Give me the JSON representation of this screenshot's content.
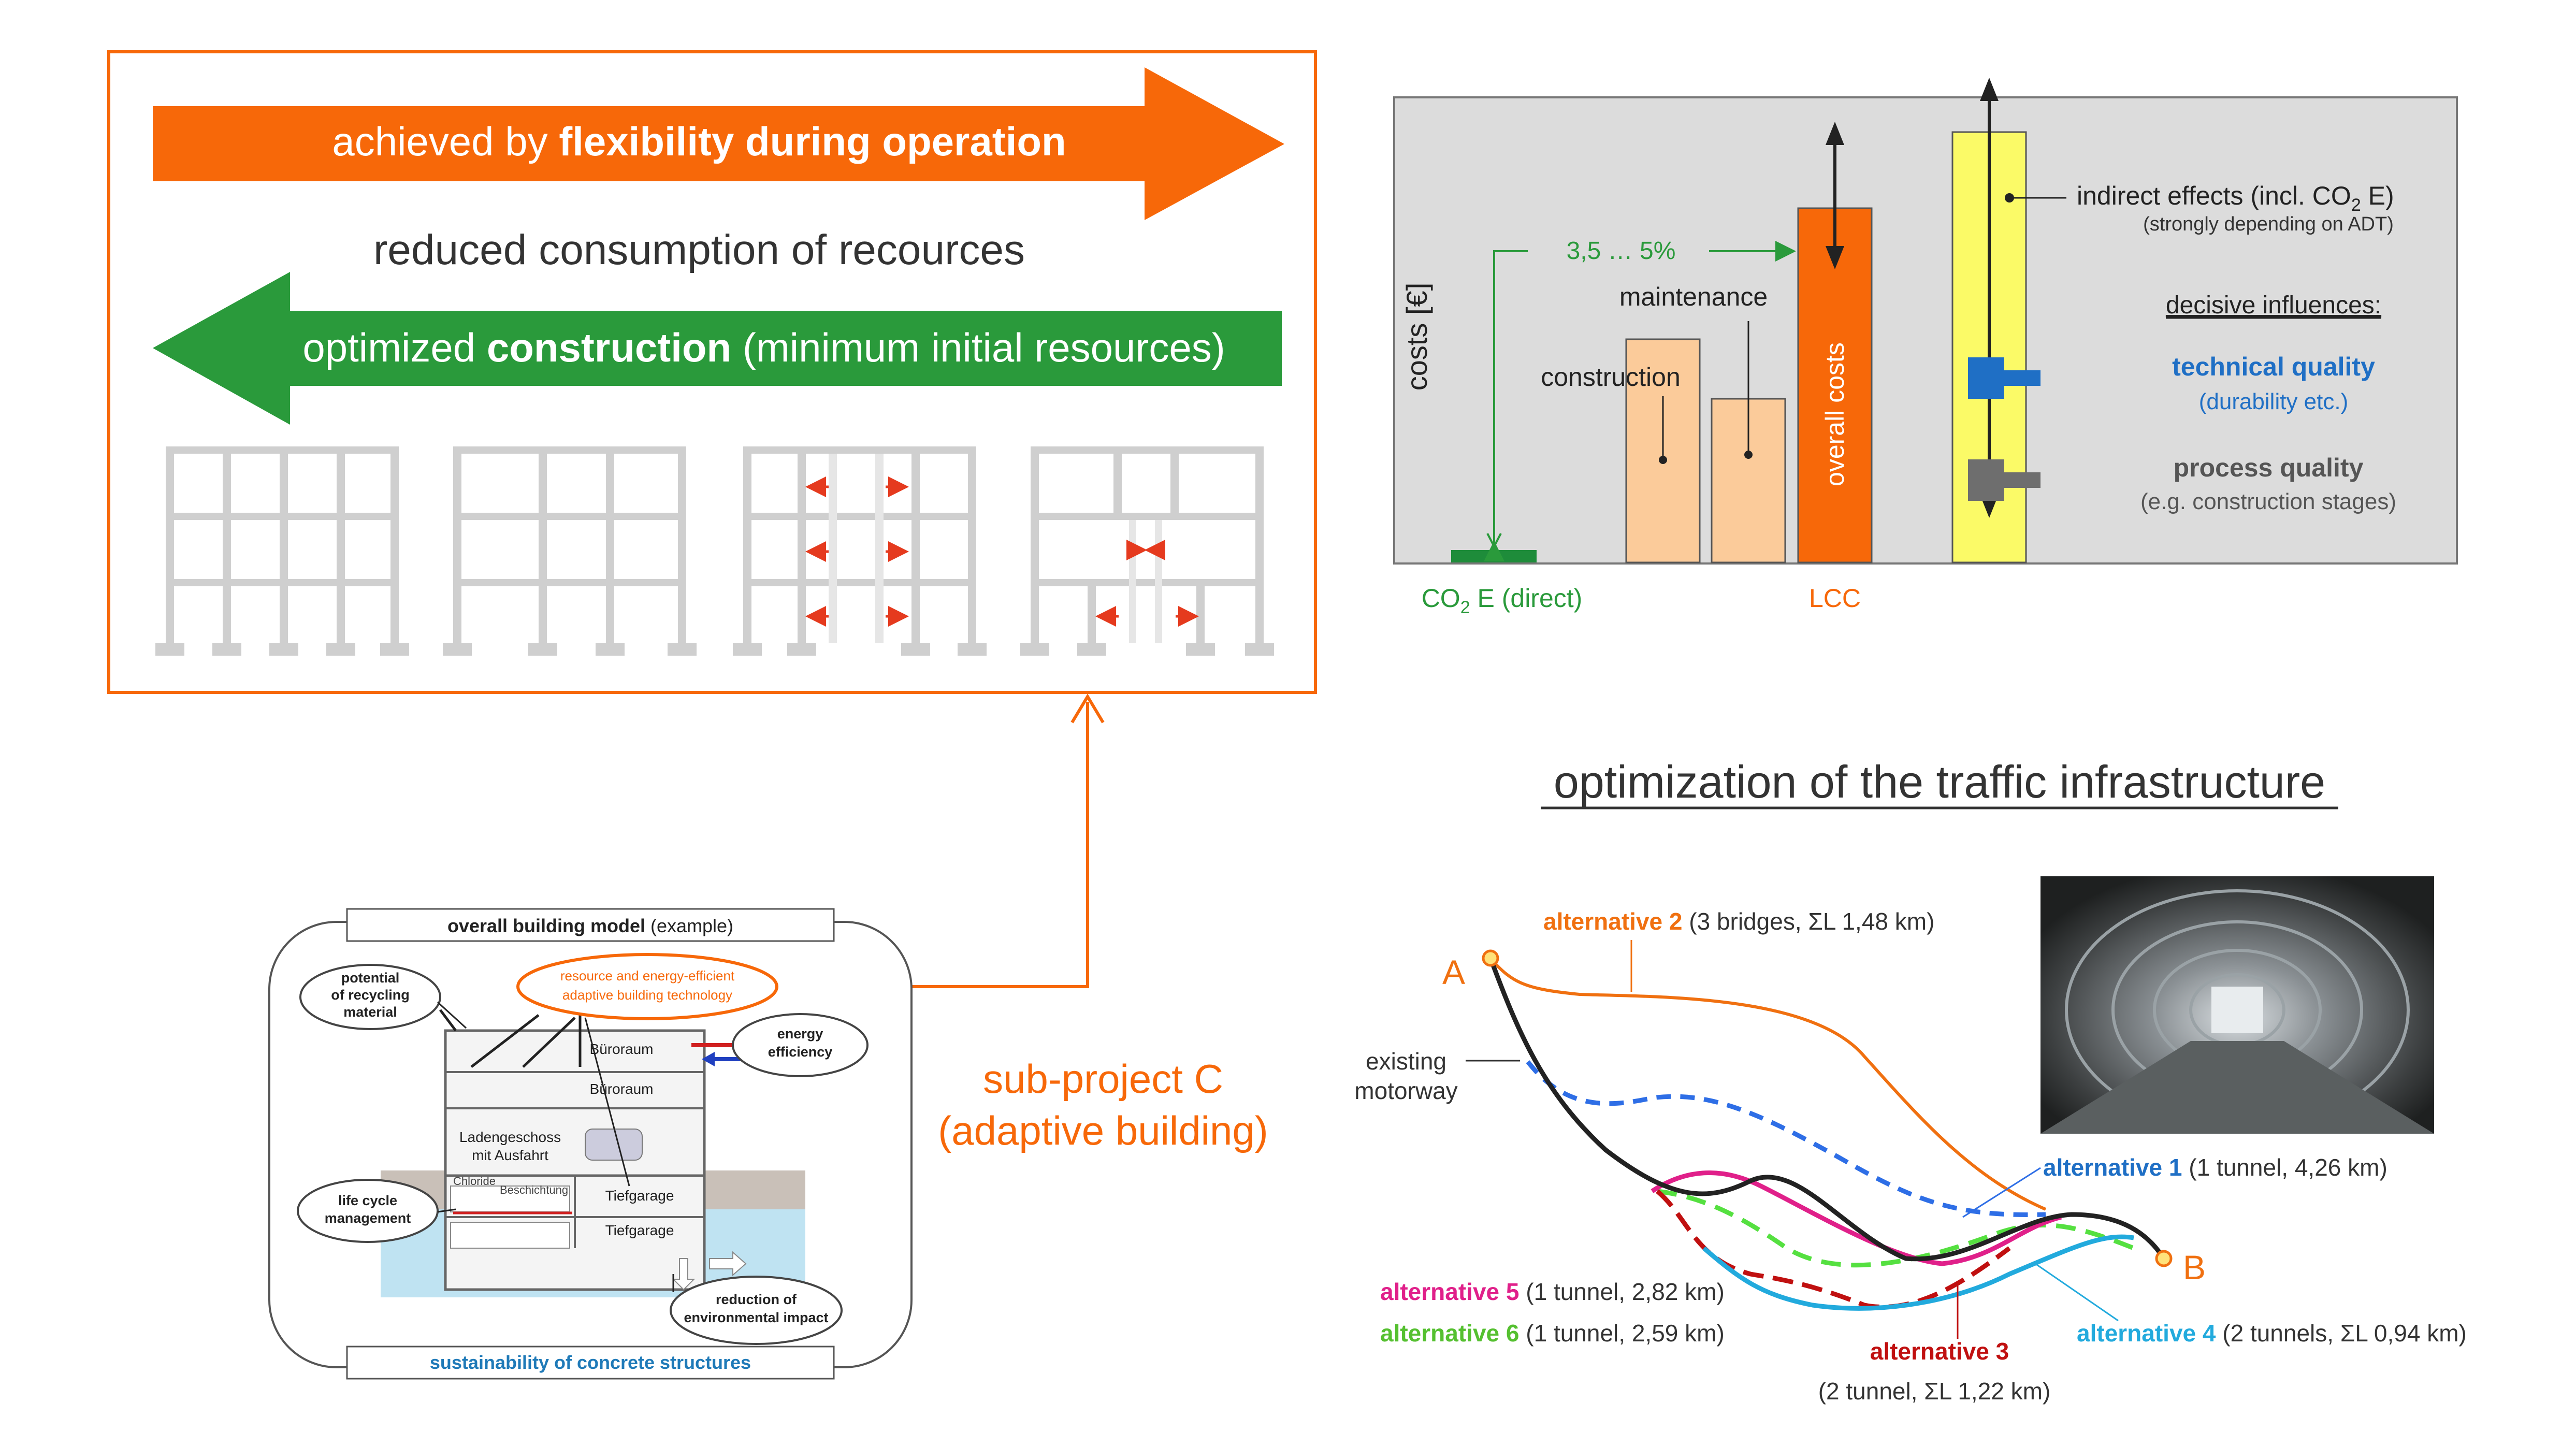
{
  "colors": {
    "orange": "#f76809",
    "green": "#2a9a3b",
    "grey": "#cfcfcf",
    "darkgrey": "#333333",
    "blue": "#1f6fc5",
    "chartbg": "#dcdcdc",
    "lightorange": "#fbcb9a",
    "yellow": "#fbfa67",
    "route_blue": "#2e6ee6",
    "route_pink": "#e0208a",
    "route_red": "#c01010",
    "route_cyan": "#22aadd",
    "route_lime": "#55e040",
    "route_orange": "#f07010"
  },
  "top_left": {
    "arrow_orange": {
      "pre": "achieved by ",
      "bold": "flexibility during operation"
    },
    "middle": "reduced consumption of recources",
    "arrow_green": {
      "pre": "optimized ",
      "bold": "construction",
      "post": " (minimum initial resources)"
    }
  },
  "chart": {
    "ylabel": "costs [€]",
    "co2_label": "CO",
    "co2_sub": "2",
    "co2_rest": " E (direct)",
    "lcc_label": "LCC",
    "percent": "3,5 … 5%",
    "maintenance": "maintenance",
    "construction": "construction",
    "overall": "overall costs",
    "indirect": "indirect effects (incl. CO",
    "indirect_sub": "2",
    "indirect_rest": " E)",
    "indirect_note": "(strongly depending on ADT)",
    "decisive": "decisive influences:",
    "tech": "technical quality",
    "tech_note": "(durability etc.)",
    "process": "process quality",
    "process_note": "(e.g. construction stages)"
  },
  "chart_data": {
    "type": "bar",
    "categories": [
      "CO₂ E (direct)",
      "construction",
      "maintenance",
      "overall costs",
      "indirect effects (incl. CO₂ E)"
    ],
    "values": [
      2.5,
      48,
      35,
      76,
      93
    ],
    "ylabel": "costs [€]",
    "ylim": [
      0,
      100
    ],
    "annotations": [
      "3,5 … 5%",
      "LCC"
    ]
  },
  "building": {
    "title": "overall building model",
    "title_note": " (example)",
    "recycling": [
      "potential",
      "of recycling",
      "material"
    ],
    "resource": [
      "resource and energy-efficient",
      "adaptive building technology"
    ],
    "energy": [
      "energy",
      "efficiency"
    ],
    "buero1": "Büroraum",
    "buero2": "Büroraum",
    "laden": [
      "Ladengeschoss",
      "mit Ausfahrt"
    ],
    "chloride": "Chloride",
    "beschichtung": "Beschichtung",
    "tief1": "Tiefgarage",
    "tief2": "Tiefgarage",
    "lifecycle": [
      "life cycle",
      "management"
    ],
    "reduction": [
      "reduction of",
      "environmental impact"
    ],
    "footer": "sustainability of concrete structures"
  },
  "subproject": [
    "sub-project C",
    "(adaptive building)"
  ],
  "traffic": {
    "title": "optimization of the traffic infrastructure",
    "A": "A",
    "B": "B",
    "existing": [
      "existing",
      "motorway"
    ],
    "alt2": {
      "name": "alternative 2",
      "rest": " (3 bridges, ΣL 1,48 km)"
    },
    "alt1": {
      "name": "alternative 1",
      "rest": " (1 tunnel,  4,26 km)"
    },
    "alt5": {
      "name": "alternative 5",
      "rest": " (1 tunnel,  2,82 km)"
    },
    "alt6": {
      "name": "alternative 6",
      "rest": " (1 tunnel,  2,59 km)"
    },
    "alt3": {
      "name": "alternative 3",
      "rest": "(2 tunnel,  ΣL 1,22 km)"
    },
    "alt4": {
      "name": "alternative 4",
      "rest": " (2 tunnels,  ΣL 0,94 km)"
    }
  }
}
